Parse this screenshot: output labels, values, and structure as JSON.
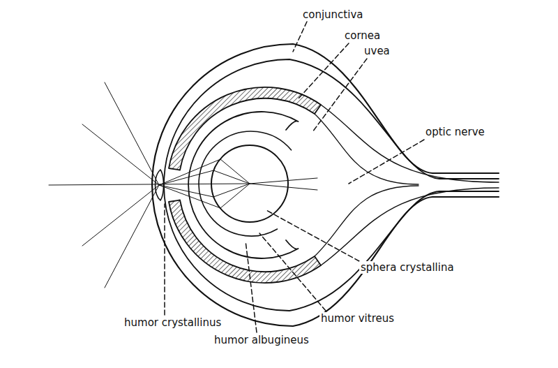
{
  "diagram": {
    "labels": [
      "conjunctiva",
      "cornea",
      "uvea",
      "optic nerve",
      "sphera crystallina",
      "humor crystallinus",
      "humor vitreus",
      "humor albugineus"
    ]
  }
}
